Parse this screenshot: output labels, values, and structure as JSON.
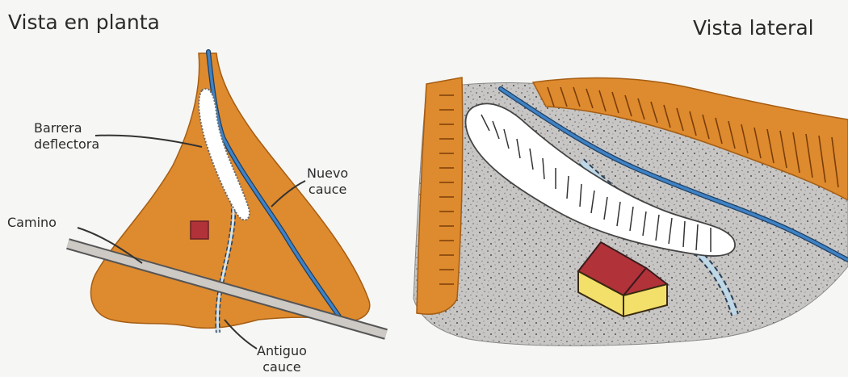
{
  "titles": {
    "plan_view": "Vista en planta",
    "side_view": "Vista lateral"
  },
  "labels": {
    "barrier_line1": "Barrera",
    "barrier_line2": "deflectora",
    "new_channel_line1": "Nuevo",
    "new_channel_line2": "cauce",
    "road": "Camino",
    "old_channel_line1": "Antiguo",
    "old_channel_line2": "cauce"
  },
  "colors": {
    "fan": "#de8a2e",
    "fan_edge": "#a55d13",
    "river": "#3f82c4",
    "river_edge": "#1d3f66",
    "old_channel": "#bfd8e8",
    "barrier": "#ffffff",
    "road": "#c9c6c3",
    "gravel": "#c4c3c1",
    "house_roof": "#b2323a",
    "house_wall": "#f3e06a"
  }
}
